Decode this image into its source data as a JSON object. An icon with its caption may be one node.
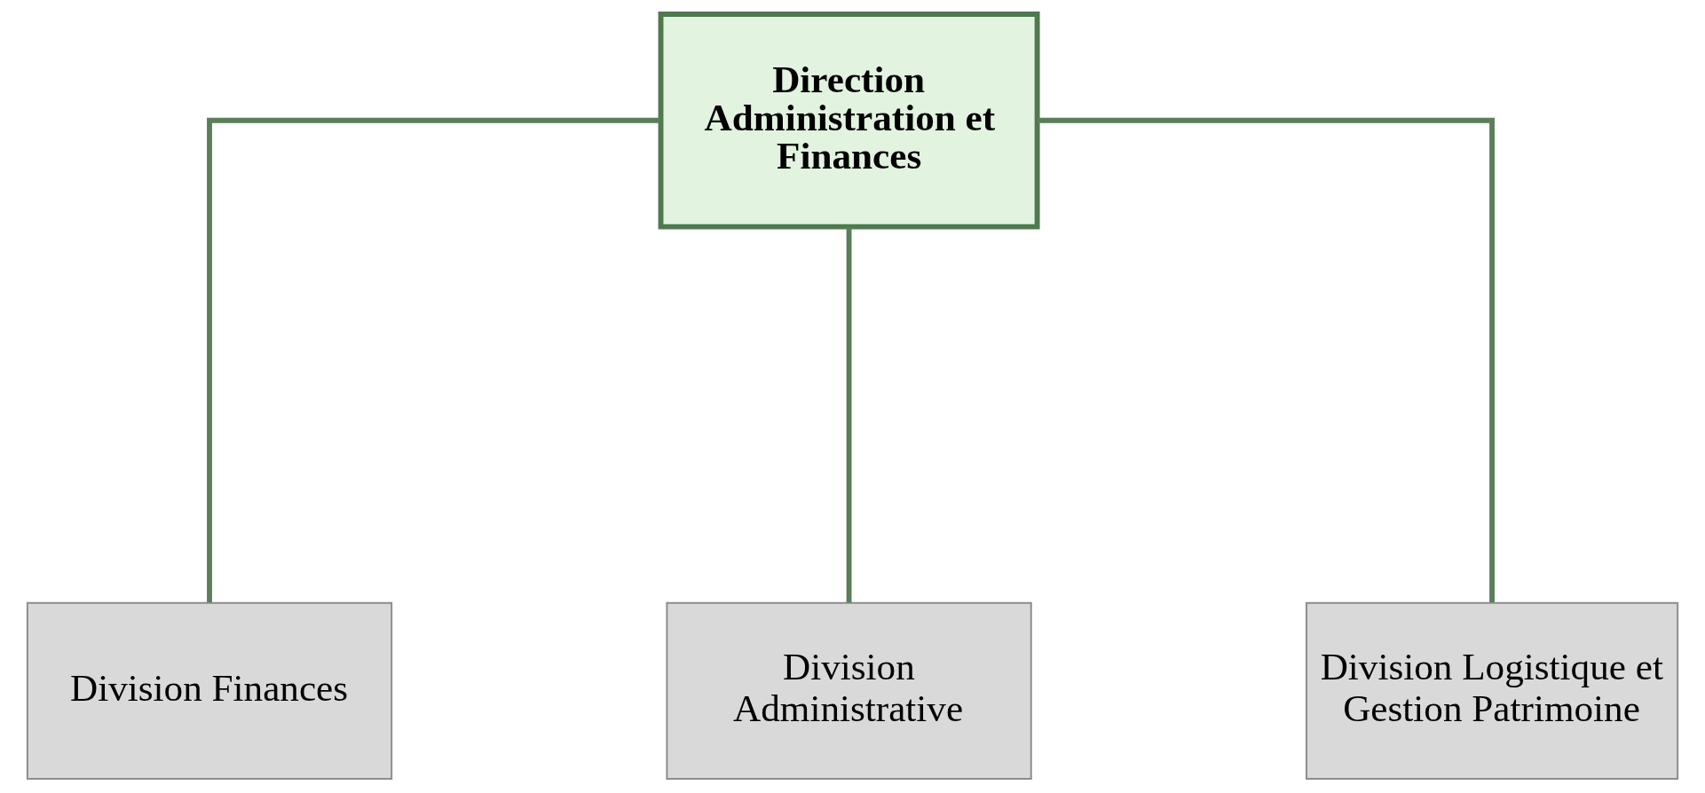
{
  "diagram": {
    "nodes": [
      {
        "text": [
          "Direction Administration et Finances"
        ]
      },
      {
        "text": [
          "Division Finances"
        ]
      },
      {
        "text": [
          "Division Administrative"
        ]
      },
      {
        "text": [
          "Division Logistique et Gestion Patrimoine"
        ]
      }
    ],
    "edges": [
      {
        "from": 0,
        "to": 1,
        "arrow": "none"
      },
      {
        "from": 0,
        "to": 2,
        "arrow": "none"
      },
      {
        "from": 0,
        "to": 3,
        "arrow": "none"
      }
    ]
  }
}
